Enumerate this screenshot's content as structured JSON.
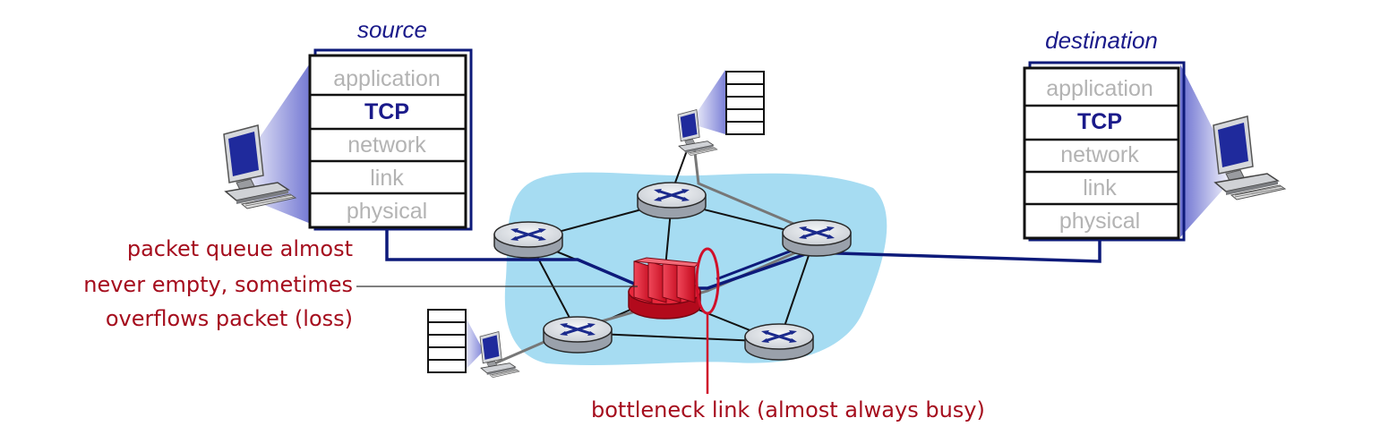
{
  "source": {
    "title": "source",
    "layers": [
      "application",
      "TCP",
      "network",
      "link",
      "physical"
    ]
  },
  "destination": {
    "title": "destination",
    "layers": [
      "application",
      "TCP",
      "network",
      "link",
      "physical"
    ]
  },
  "annotations": {
    "queue_line1": "packet queue almost",
    "queue_line2": "never empty, sometimes",
    "queue_line3": "overflows packet (loss)",
    "bottleneck": "bottleneck link (almost always busy)"
  },
  "colors": {
    "path": "#0d1a7a",
    "cloud": "#a6dcf2",
    "annotation": "#a50d1d",
    "router": "#d5d9df",
    "congested_router": "#e01025",
    "inactive_layer_text": "#b3b3b3"
  }
}
